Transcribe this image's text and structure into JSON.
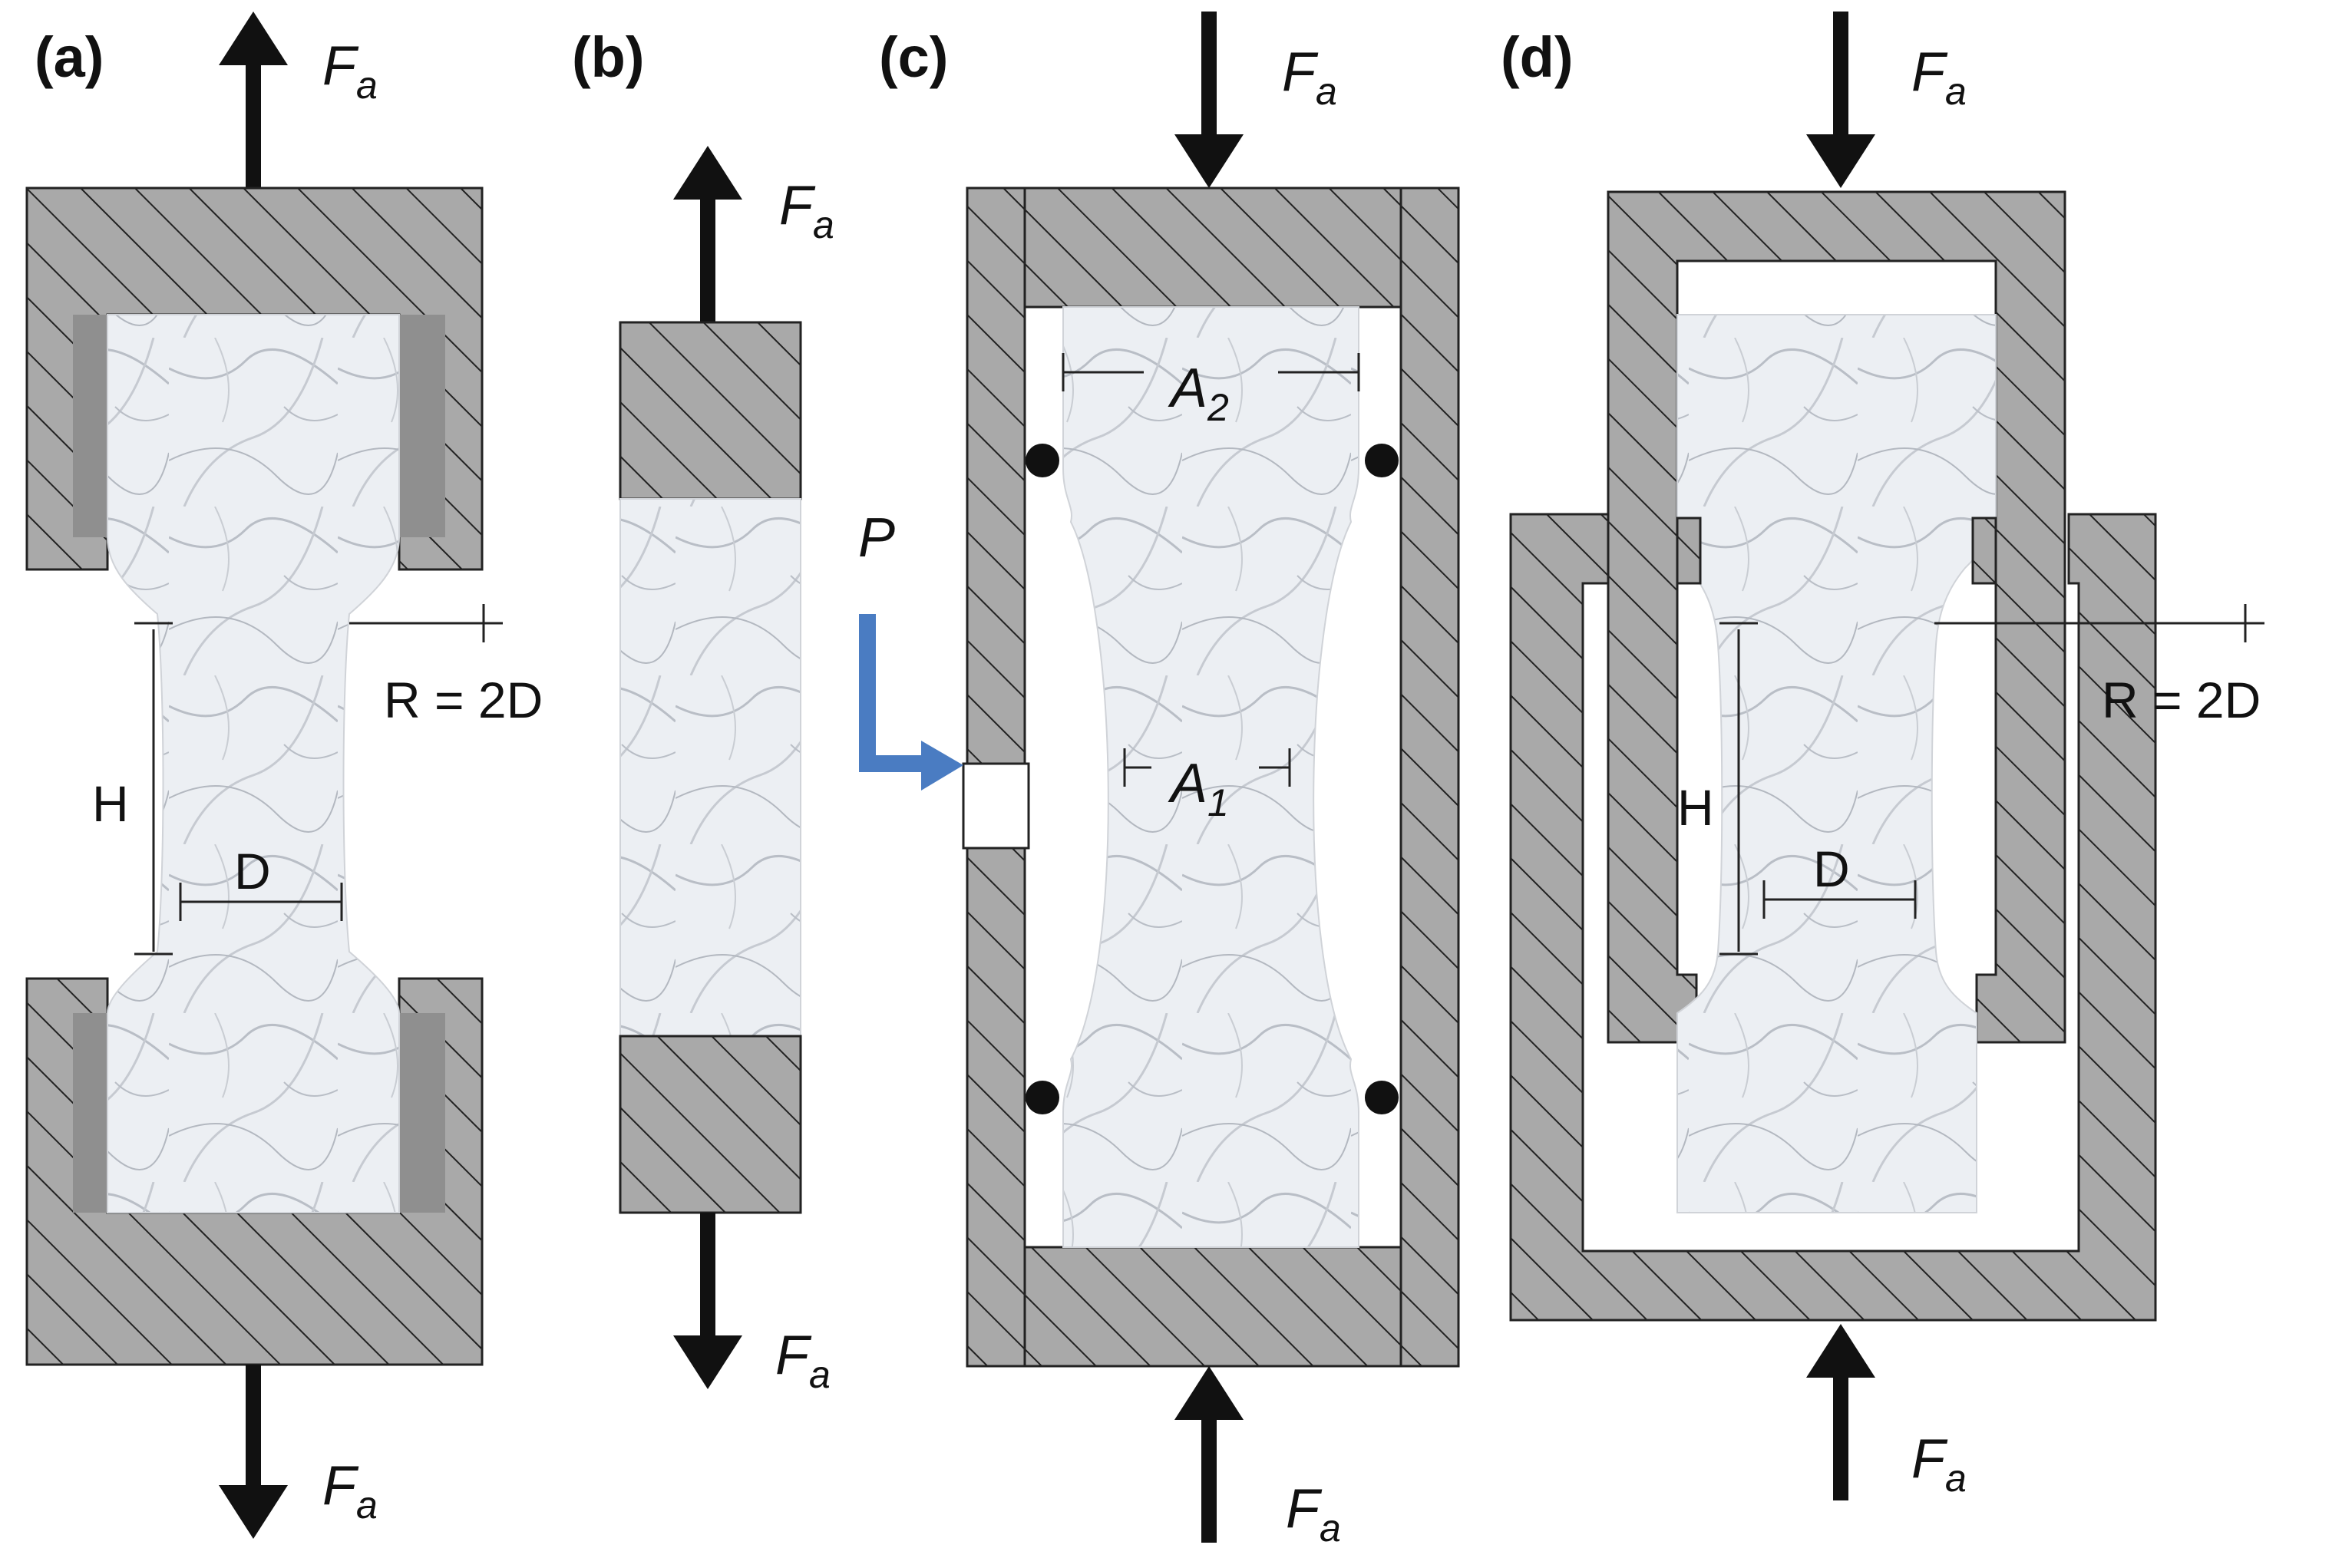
{
  "panels": {
    "a": {
      "label": "(a)",
      "force_top": "F",
      "force_top_sub": "a",
      "force_bottom": "F",
      "force_bottom_sub": "a",
      "radius": "R = 2D",
      "height": "H",
      "diameter": "D"
    },
    "b": {
      "label": "(b)",
      "force_top": "F",
      "force_top_sub": "a",
      "force_bottom": "F",
      "force_bottom_sub": "a"
    },
    "c": {
      "label": "(c)",
      "force_top": "F",
      "force_top_sub": "a",
      "force_bottom": "F",
      "force_bottom_sub": "a",
      "pressure": "P",
      "area_top": "A",
      "area_top_sub": "2",
      "area_mid": "A",
      "area_mid_sub": "1"
    },
    "d": {
      "label": "(d)",
      "force_top": "F",
      "force_top_sub": "a",
      "force_bottom": "F",
      "force_bottom_sub": "a",
      "radius": "R = 2D",
      "height": "H",
      "diameter": "D"
    }
  },
  "colors": {
    "steel": "#a9a9a9",
    "outline": "#222222",
    "marble": "#eceff3",
    "marble_vein": "#b9bec6",
    "liner": "#8f8f8f",
    "arrow": "#111111",
    "pressure_arrow": "#4a7cc2"
  }
}
